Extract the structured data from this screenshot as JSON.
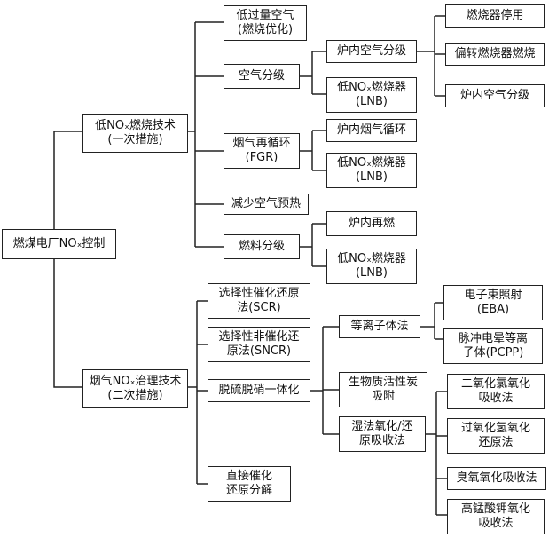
{
  "nodes": {
    "root": "燃煤电厂NOₓ控制",
    "low_nox_tech": "低NOₓ燃烧技术\n(一次措施)",
    "flue_gas_tech": "烟气NOₓ治理技术\n(二次措施)",
    "low_excess_air": "低过量空气\n(燃烧优化)",
    "air_staging": "空气分级",
    "fgr": "烟气再循环\n(FGR)",
    "less_preheat": "减少空气预热",
    "fuel_staging": "燃料分级",
    "furnace_air_staging": "炉内空气分级",
    "lnb_1": "低NOₓ燃烧器\n(LNB)",
    "furnace_flue_recirc": "炉内烟气循环",
    "lnb_2": "低NOₓ燃烧器\n(LNB)",
    "furnace_reburn": "炉内再燃",
    "lnb_3": "低NOₓ燃烧器\n(LNB)",
    "burner_stop": "燃烧器停用",
    "biased_firing": "偏转燃烧器燃烧",
    "furnace_air_staging_2": "炉内空气分级",
    "scr": "选择性催化还原\n法(SCR)",
    "sncr": "选择性非催化还\n原法(SNCR)",
    "desulf_denitr": "脱硫脱硝一体化",
    "direct_catalytic": "直接催化\n还原分解",
    "plasma": "等离子体法",
    "bio_carbon": "生物质活性炭\n吸附",
    "wet_oxidation": "湿法氧化/还\n原吸收法",
    "eba": "电子束照射\n(EBA)",
    "pcpp": "脉冲电晕等离\n子体(PCPP)",
    "clo2": "二氧化氯氧化\n吸收法",
    "h2o2": "过氧化氢氧化\n还原法",
    "ozone": "臭氧氧化吸收法",
    "kmno4": "高锰酸钾氧化\n吸收法"
  }
}
